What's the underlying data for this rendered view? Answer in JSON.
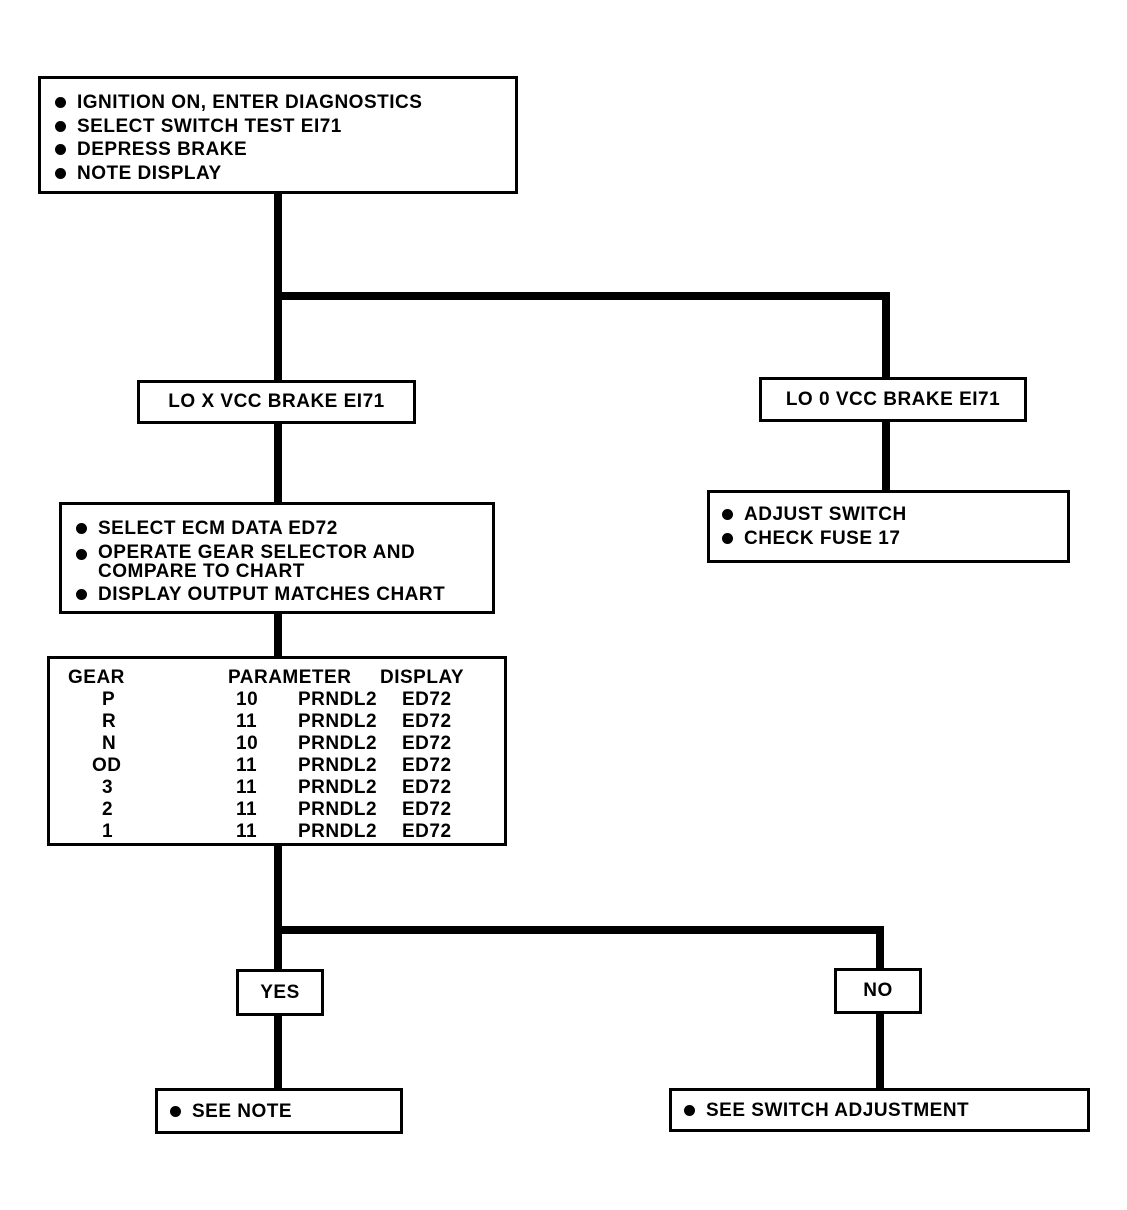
{
  "start": {
    "steps": [
      "IGNITION ON, ENTER DIAGNOSTICS",
      "SELECT SWITCH TEST EI71",
      "DEPRESS BRAKE",
      "NOTE DISPLAY"
    ]
  },
  "branch1": {
    "left_label": "LO X VCC BRAKE EI71",
    "right_label": "LO 0 VCC BRAKE EI71"
  },
  "right_actions": {
    "steps": [
      "ADJUST SWITCH",
      "CHECK FUSE 17"
    ]
  },
  "left_actions": {
    "step1": "SELECT ECM DATA ED72",
    "step2_line1": "OPERATE GEAR SELECTOR  AND",
    "step2_line2": "COMPARE TO CHART",
    "step3": "DISPLAY OUTPUT MATCHES CHART"
  },
  "gear_chart": {
    "headers": {
      "gear": "GEAR",
      "parameter": "PARAMETER",
      "display": "DISPLAY"
    },
    "rows": [
      {
        "gear": "P",
        "value": "10",
        "parameter": "PRNDL2",
        "display": "ED72"
      },
      {
        "gear": "R",
        "value": "11",
        "parameter": "PRNDL2",
        "display": "ED72"
      },
      {
        "gear": "N",
        "value": "10",
        "parameter": "PRNDL2",
        "display": "ED72"
      },
      {
        "gear": "OD",
        "value": "11",
        "parameter": "PRNDL2",
        "display": "ED72"
      },
      {
        "gear": "3",
        "value": "11",
        "parameter": "PRNDL2",
        "display": "ED72"
      },
      {
        "gear": "2",
        "value": "11",
        "parameter": "PRNDL2",
        "display": "ED72"
      },
      {
        "gear": "1",
        "value": "11",
        "parameter": "PRNDL2",
        "display": "ED72"
      }
    ]
  },
  "branch2": {
    "yes_label": "YES",
    "no_label": "NO"
  },
  "results": {
    "yes": "SEE NOTE",
    "no": "SEE SWITCH ADJUSTMENT"
  }
}
